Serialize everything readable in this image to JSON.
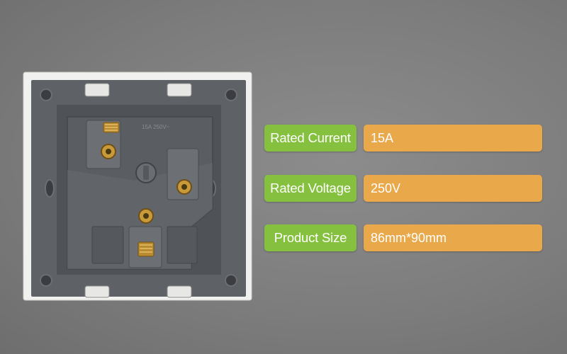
{
  "specs": [
    {
      "label": "Rated Current",
      "value": "15A"
    },
    {
      "label": "Rated Voltage",
      "value": "250V"
    },
    {
      "label": "Product Size",
      "value": "86mm*90mm"
    }
  ],
  "product": {
    "module_marking": "15A 250V~",
    "colors": {
      "frame": "#eeeeec",
      "backplate": "#5c5f63",
      "module": "#5a5d61",
      "brass": "#c99a3a",
      "label_bg": "#85c13f",
      "value_bg": "#e9a84a"
    }
  }
}
